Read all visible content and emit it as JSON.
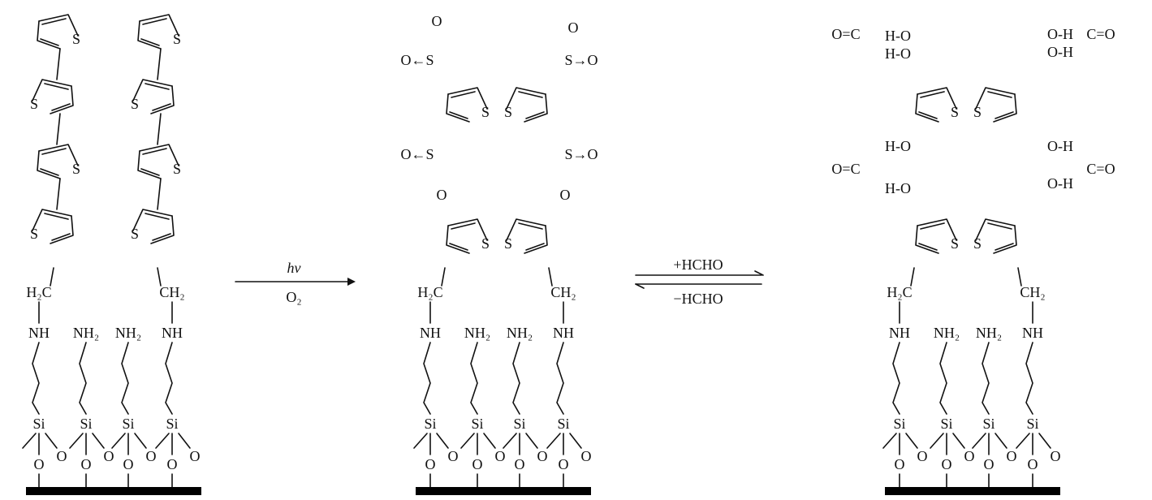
{
  "labels": {
    "atom_S": "S",
    "atom_O": "O",
    "atom_Si": "Si",
    "atom_H": "H",
    "atom_C": "C",
    "group_H2C": "H₂C",
    "group_CH2": "CH₂",
    "group_NH": "NH",
    "group_NH2": "NH₂",
    "group_H_dash_O": "H-O",
    "group_O_dash_H": "O-H",
    "group_O_eq_C": "O=C",
    "group_C_eq_O": "C=O"
  },
  "arrows": {
    "step1_top": "hν",
    "step1_bottom": "O₂",
    "step2_top": "+HCHO",
    "step2_bottom": "−HCHO"
  },
  "colors": {
    "ink": "#111111",
    "substrate": "#000000",
    "background": "#ffffff"
  }
}
